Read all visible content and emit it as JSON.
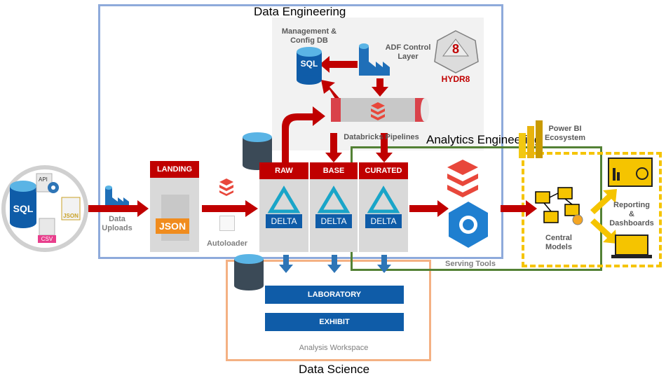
{
  "regions": {
    "data_engineering": "Data Engineering",
    "analytics_engineering": "Analytics Engineering",
    "data_science": "Data Science"
  },
  "sources": {
    "sql": "SQL",
    "api": "API",
    "json": "JSON",
    "csv": "CSV",
    "data_uploads": "Data\nUploads"
  },
  "control": {
    "management_db": "Management &\nConfig DB",
    "sql_badge": "SQL",
    "adf_control": "ADF Control\nLayer",
    "hydr8": "HYDR8",
    "hydr8_digit": "8",
    "databricks_pipelines": "Databricks Pipelines"
  },
  "landing": {
    "header": "LANDING",
    "json_badge": "JSON",
    "autoloader": "Autoloader"
  },
  "stages": [
    {
      "header": "RAW",
      "badge": "DELTA"
    },
    {
      "header": "BASE",
      "badge": "DELTA"
    },
    {
      "header": "CURATED",
      "badge": "DELTA"
    }
  ],
  "serving": {
    "serving_tools": "Serving Tools",
    "power_bi": "Power BI\nEcosystem",
    "central_models": "Central\nModels",
    "reporting": "Reporting\n&\nDashboards"
  },
  "workspace": {
    "laboratory": "LABORATORY",
    "exhibit": "EXHIBIT",
    "analysis_workspace": "Analysis Workspace"
  },
  "colors": {
    "engineering_border": "#8eaadb",
    "analytics_border": "#538135",
    "science_border": "#f4b183",
    "reporting_border": "#f5c400",
    "accent_red": "#c00000",
    "blue": "#0f5ca8"
  }
}
